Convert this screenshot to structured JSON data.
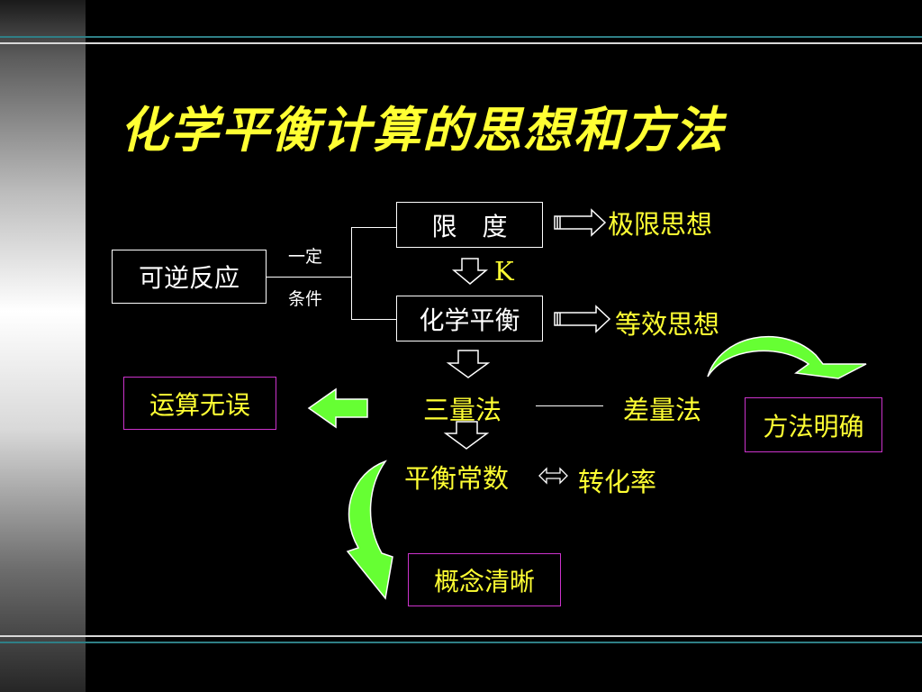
{
  "title": "化学平衡计算的思想和方法",
  "nodes": {
    "reversible_reaction": "可逆反应",
    "condition_line1": "一定",
    "condition_line2": "条件",
    "limit": "限　度",
    "limit_idea": "极限思想",
    "k_label": "K",
    "equilibrium": "化学平衡",
    "equivalence_idea": "等效思想",
    "three_quantity": "三量法",
    "difference_method": "差量法",
    "no_error": "运算无误",
    "method_clear": "方法明确",
    "eq_constant": "平衡常数",
    "conversion_rate": "转化率",
    "concept_clear": "概念清晰"
  },
  "colors": {
    "background": "#000000",
    "title": "#ffff33",
    "text_white": "#ffffff",
    "text_yellow": "#ffff33",
    "box_purple": "#cc33cc",
    "arrow_green": "#66ff33",
    "line_teal": "#2f7f86"
  }
}
